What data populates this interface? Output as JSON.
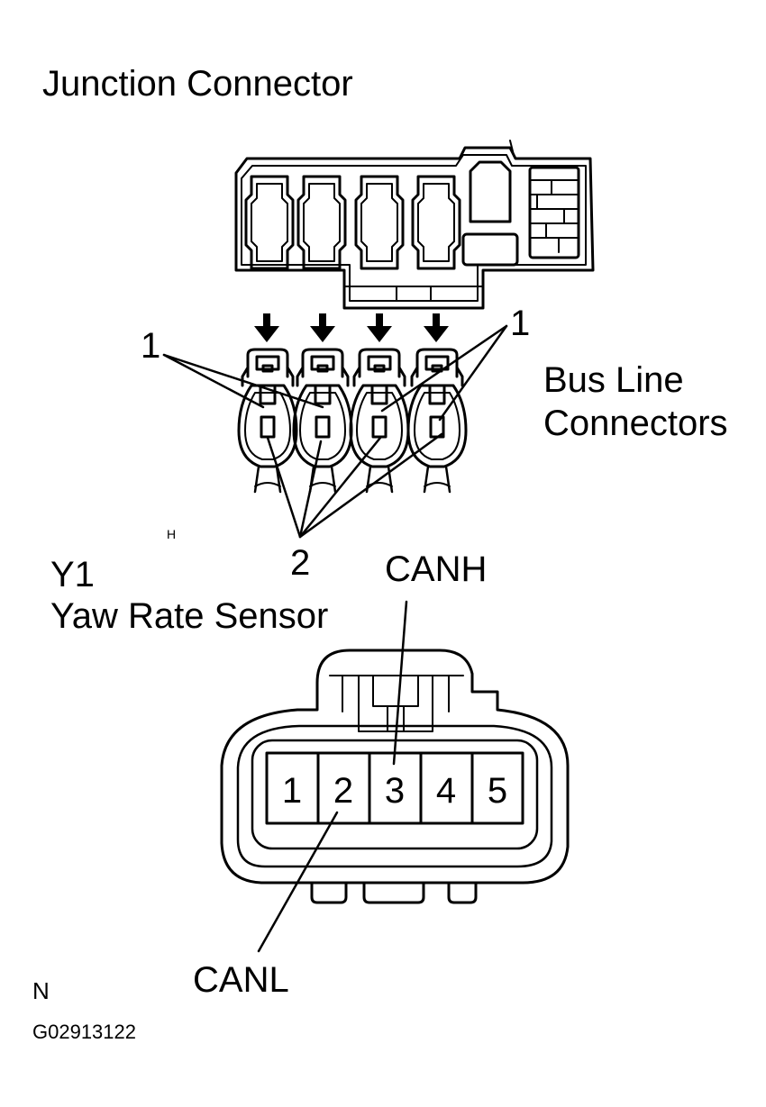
{
  "junction_title": "Junction Connector",
  "bus_label_line1": "Bus Line",
  "bus_label_line2": "Connectors",
  "callout_1_left": "1",
  "callout_1_right": "1",
  "callout_2": "2",
  "sensor_id": "Y1",
  "sensor_name": "Yaw Rate Sensor",
  "canh_label": "CANH",
  "canl_label": "CANL",
  "pins": [
    "1",
    "2",
    "3",
    "4",
    "5"
  ],
  "small_mark_h": "H",
  "small_mark_n": "N",
  "figure_code": "G02913122"
}
